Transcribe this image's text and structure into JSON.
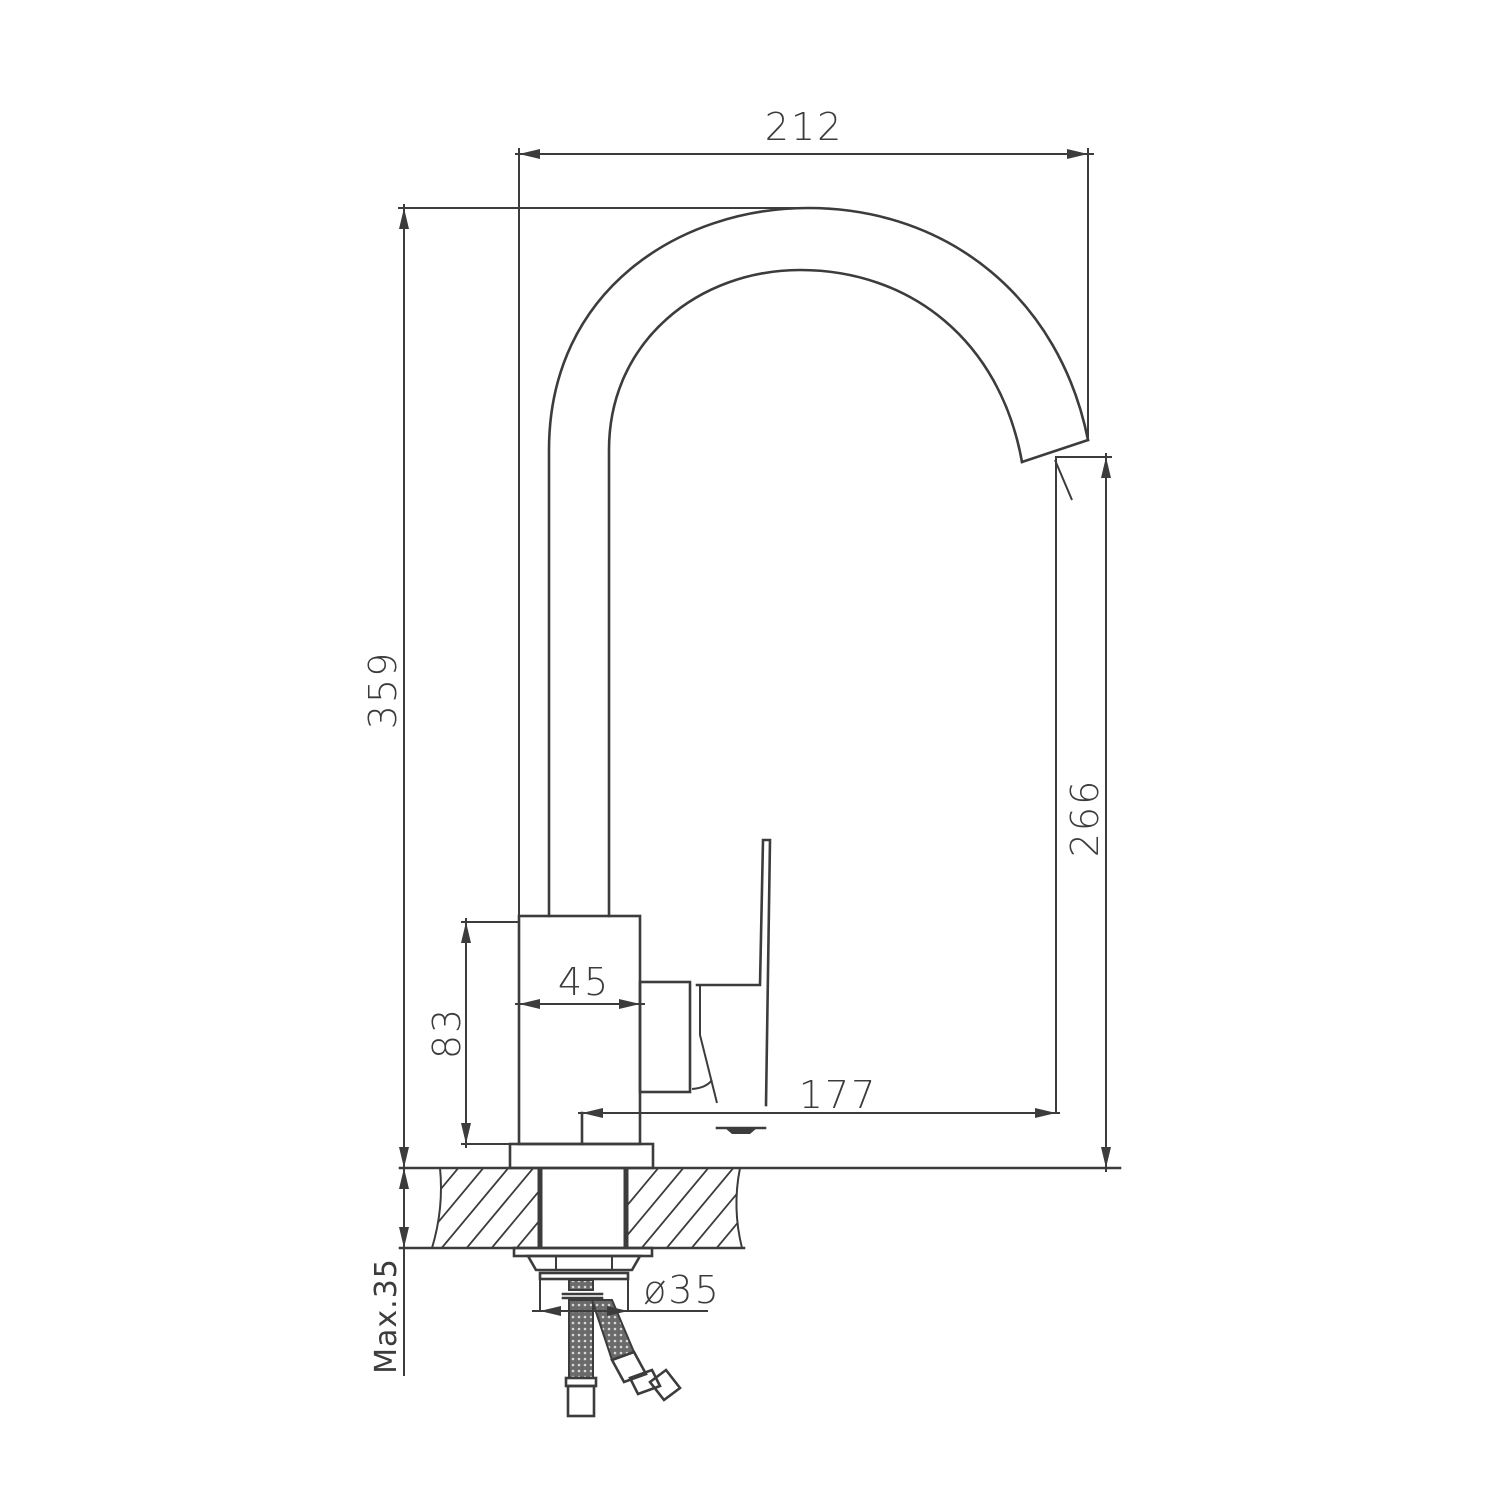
{
  "drawing": {
    "subject": "Kitchen faucet with swivel gooseneck spout, single lever, deck-mounted",
    "units": "mm",
    "colors": {
      "line": "#3c3c3c",
      "background": "#ffffff"
    }
  },
  "dimensions": {
    "overall_width": {
      "label": "212",
      "orientation": "horizontal"
    },
    "overall_height": {
      "label": "359",
      "orientation": "vertical"
    },
    "spout_clearance_height": {
      "label": "266",
      "orientation": "vertical"
    },
    "body_height": {
      "label": "83",
      "orientation": "vertical"
    },
    "body_width": {
      "label": "45",
      "orientation": "horizontal"
    },
    "spout_reach": {
      "label": "177",
      "orientation": "horizontal"
    },
    "mounting_hole_diameter": {
      "label": "ø35",
      "orientation": "horizontal"
    },
    "max_deck_thickness": {
      "label": "Max.35",
      "orientation": "vertical"
    }
  }
}
